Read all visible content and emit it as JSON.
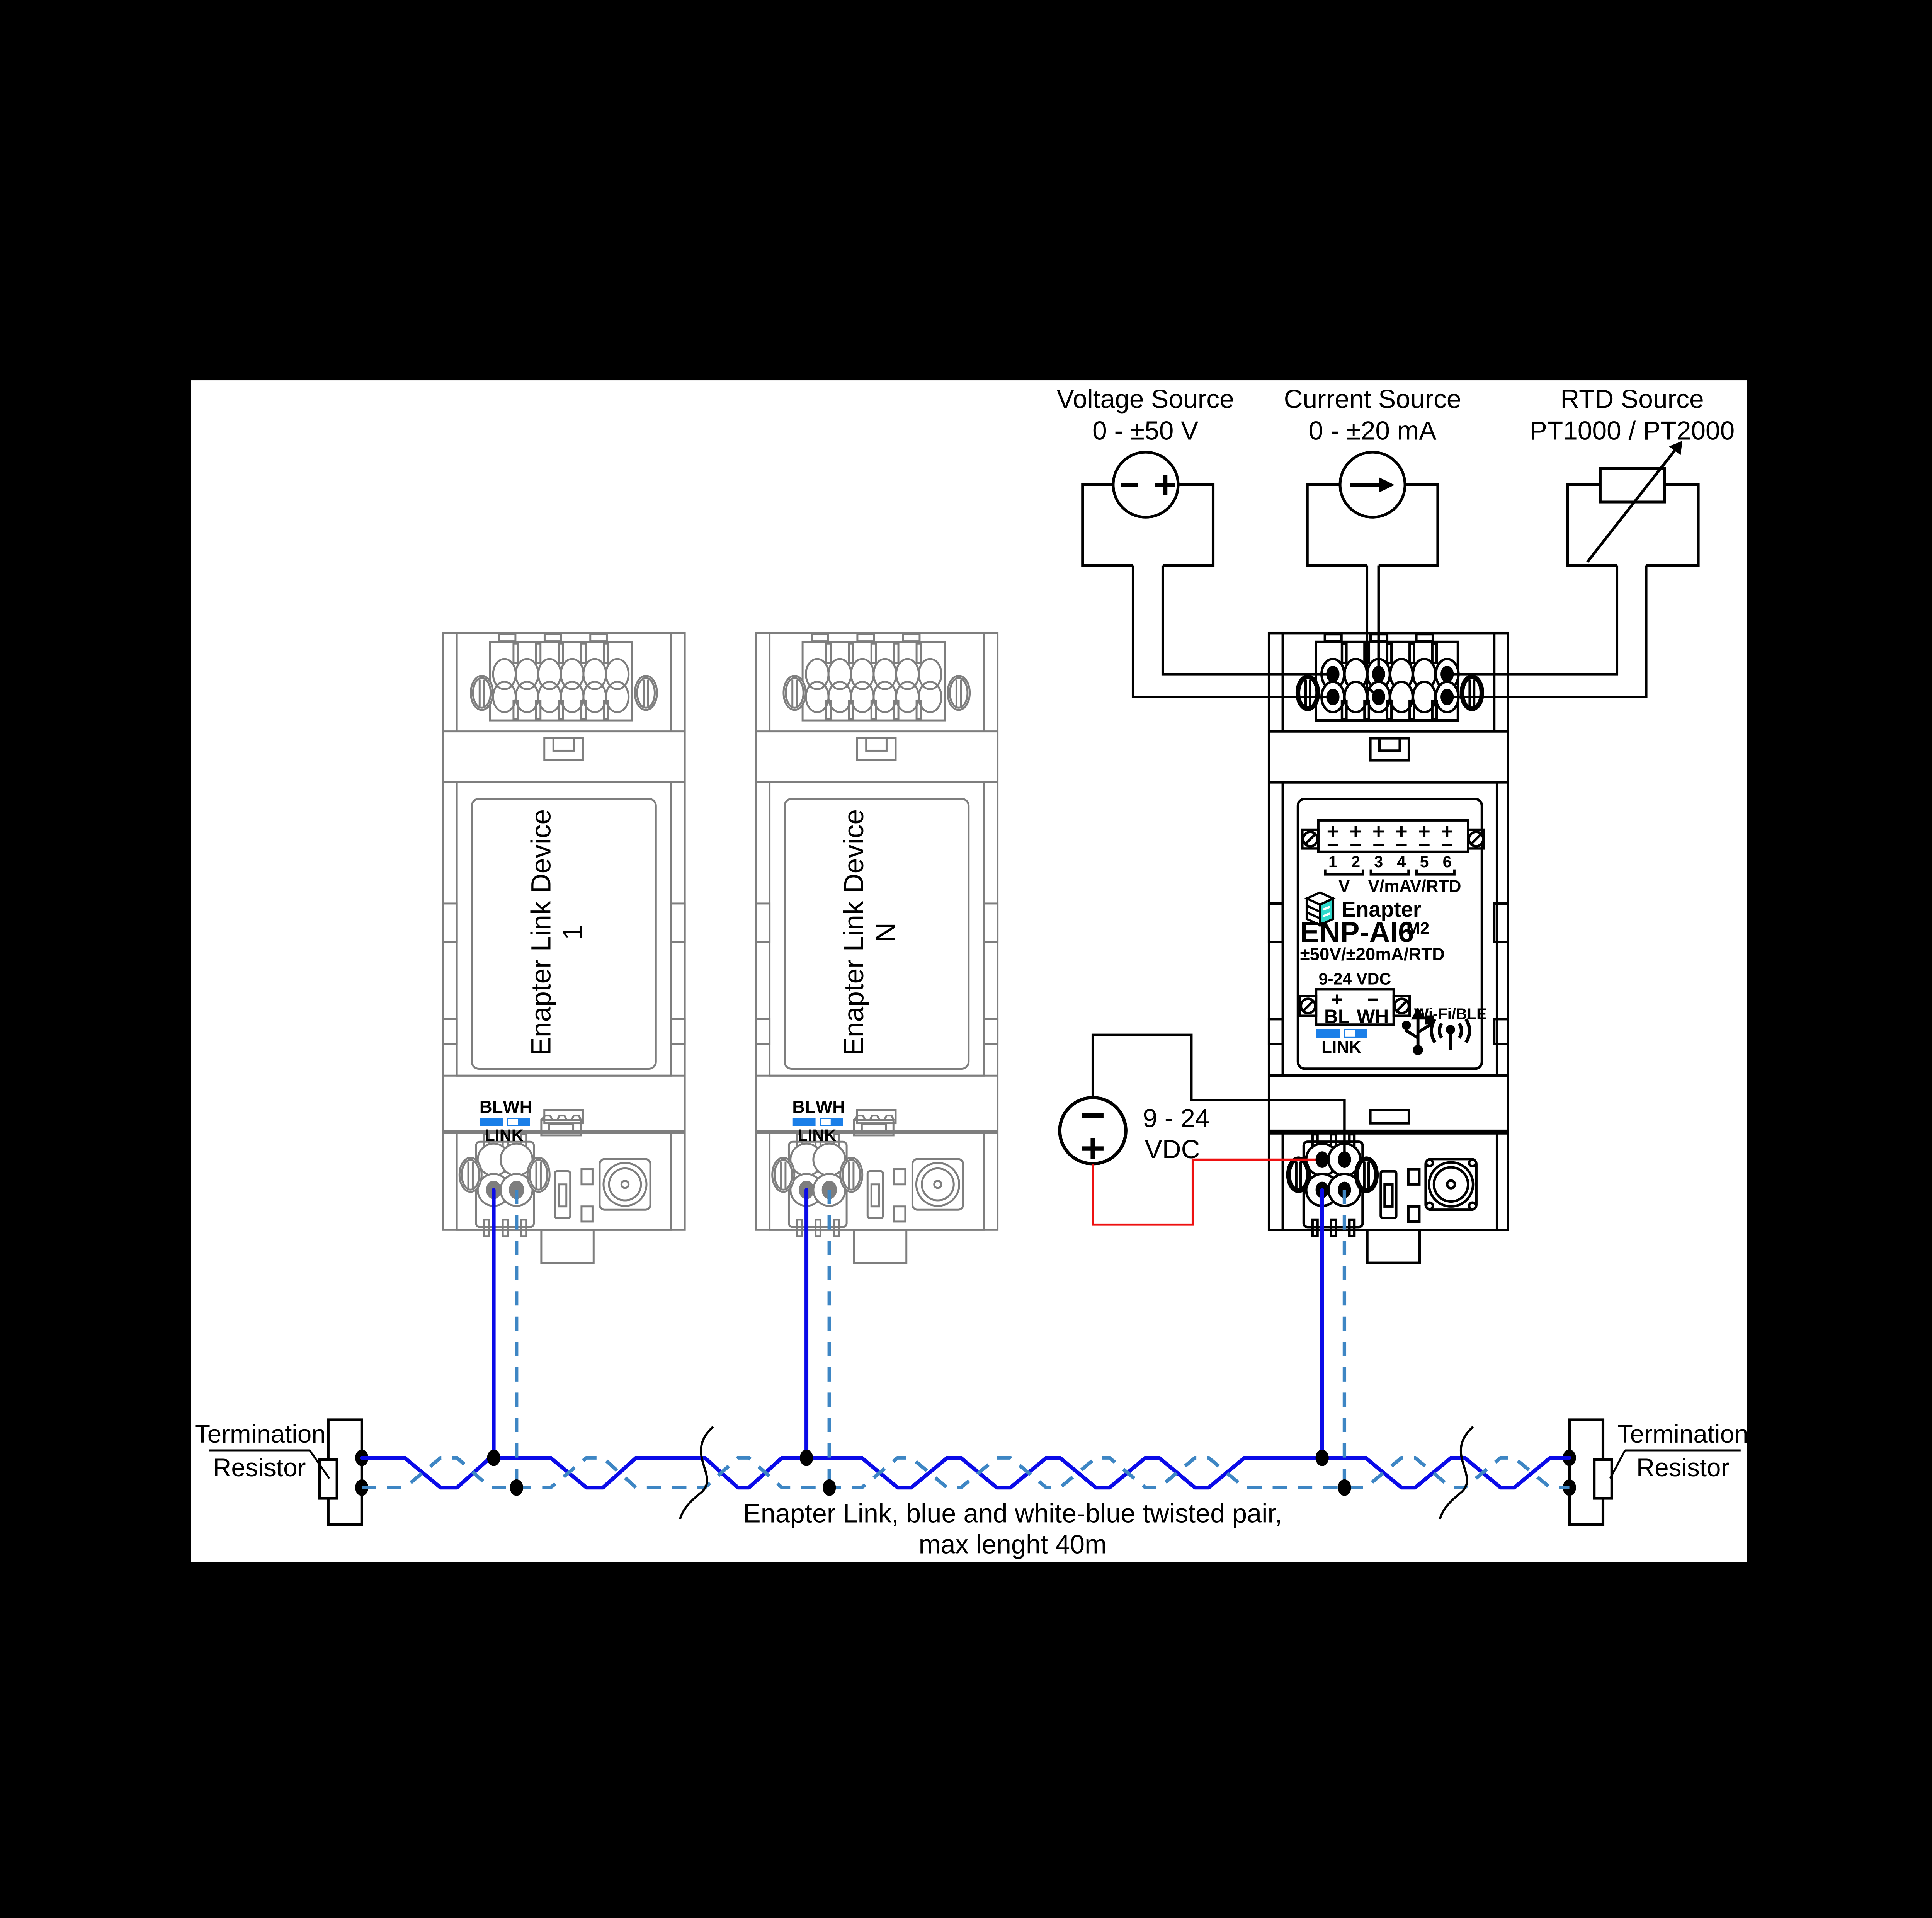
{
  "page": {
    "background": "#000000",
    "sheet": "#ffffff"
  },
  "colors": {
    "blue_wire": "#0a0ae8",
    "whiteblue_wire": "#3e86c4",
    "red_wire": "#ee1111",
    "link_indicator_blue": "#1b7fe8",
    "logo_teal": "#2fd9cc",
    "device_gray": "#7e7e7e"
  },
  "sources": {
    "voltage": {
      "title": "Voltage Source",
      "range": "0 - ±50 V"
    },
    "current": {
      "title": "Current Source",
      "range": "0 - ±20 mA"
    },
    "rtd": {
      "title": "RTD Source",
      "range": "PT1000 / PT2000"
    }
  },
  "power_supply": {
    "line1": "9 - 24",
    "line2": "VDC"
  },
  "link_device_1": {
    "name": "Enapter Link Device",
    "number": "1"
  },
  "link_device_n": {
    "name": "Enapter Link Device",
    "number": "N"
  },
  "link_panel": {
    "bl": "BL",
    "wh": "WH",
    "link": "LINK"
  },
  "enp": {
    "brand": "Enapter",
    "model": "ENP-AI6",
    "variant": "M2",
    "rating": "±50V/±20mA/RTD",
    "power_label": "9-24 VDC",
    "plus": "+",
    "minus": "−",
    "bl": "BL",
    "wh": "WH",
    "link": "LINK",
    "wifi": "Wi-Fi/BLE",
    "terminals": [
      "1",
      "2",
      "3",
      "4",
      "5",
      "6"
    ],
    "groups": [
      "V",
      "V/mA",
      "V/RTD"
    ]
  },
  "termination": {
    "line1": "Termination",
    "line2": "Resistor"
  },
  "caption": {
    "line1": "Enapter Link, blue and white-blue twisted pair,",
    "line2": "max lenght 40m"
  }
}
